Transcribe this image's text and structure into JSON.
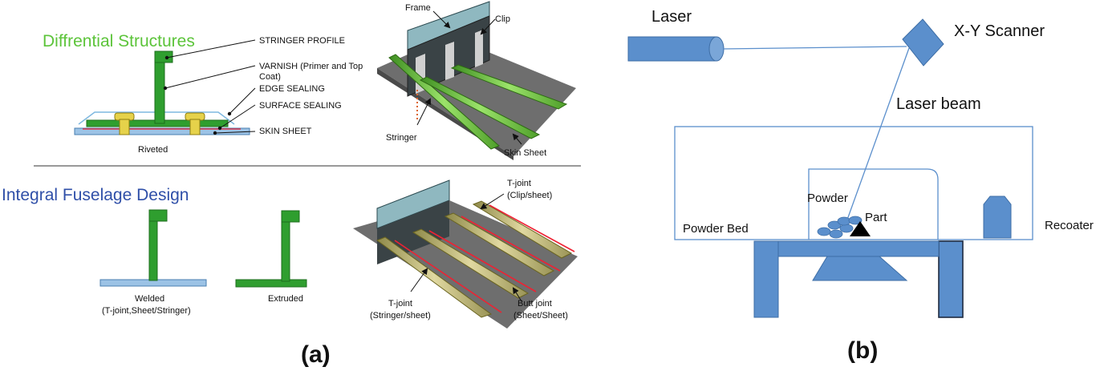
{
  "panel_a": {
    "differential": {
      "heading": "Diffrential Structures",
      "callouts": [
        "STRINGER PROFILE",
        "VARNISH (Primer and Top",
        "Coat)",
        "EDGE SEALING",
        "SURFACE SEALING",
        "SKIN SHEET"
      ],
      "caption": "Riveted",
      "iso_labels": {
        "frame": "Frame",
        "clip": "Clip",
        "stringer": "Stringer",
        "skin_sheet": "Skin Sheet"
      }
    },
    "integral": {
      "heading": "Integral Fuselage Design",
      "welded_caption": "Welded",
      "welded_sub": "(T-joint,Sheet/Stringer)",
      "extruded_caption": "Extruded",
      "iso_labels": {
        "tjoint_clip": "T-joint",
        "tjoint_clip_sub": "(Clip/sheet)",
        "tjoint_stringer": "T-joint",
        "tjoint_stringer_sub": "(Stringer/sheet)",
        "butt_joint": "Butt joint",
        "butt_joint_sub": "(Sheet/Sheet)"
      }
    },
    "label": "(a)"
  },
  "panel_b": {
    "laser": "Laser",
    "scanner": "X-Y Scanner",
    "beam": "Laser beam",
    "powder": "Powder",
    "part": "Part",
    "powder_bed": "Powder Bed",
    "recoater": "Recoater",
    "label": "(b)"
  },
  "colors": {
    "green_heading": "#5cc43a",
    "blue_heading": "#2f4fa8",
    "machine_blue": "#5b8fcc",
    "stringer_green": "#2f9e2f",
    "skin_blue": "#9cc3e6"
  }
}
